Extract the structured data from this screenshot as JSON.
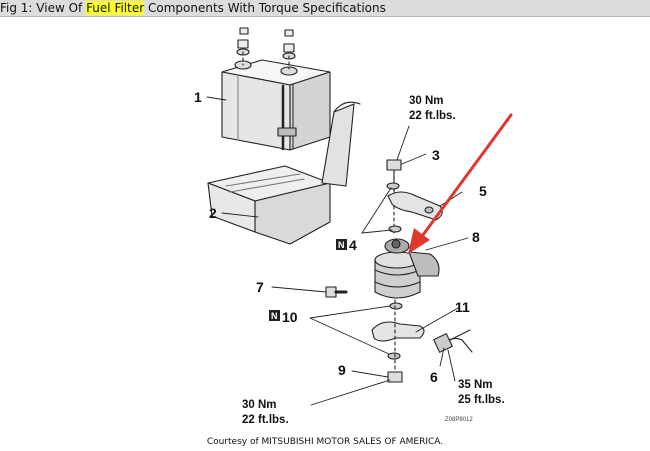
{
  "caption": {
    "prefix": "Fig 1: View Of ",
    "highlight": "Fuel Filter",
    "suffix": " Components With Torque Specifications"
  },
  "callouts": {
    "c1": "1",
    "c2": "2",
    "c3": "3",
    "c4": "4",
    "c5": "5",
    "c6": "6",
    "c7": "7",
    "c8": "8",
    "c9": "9",
    "c10": "10",
    "c11": "11"
  },
  "badges": {
    "b4": "N",
    "b10": "N"
  },
  "torque": {
    "top": {
      "nm": "30 Nm",
      "ftlbs": "22 ft.lbs."
    },
    "right": {
      "nm": "35 Nm",
      "ftlbs": "25 ft.lbs."
    },
    "bottom": {
      "nm": "30 Nm",
      "ftlbs": "22 ft.lbs."
    }
  },
  "code_label": "Z08P8012",
  "credit": "Courtesy of MITSUBISHI MOTOR SALES OF AMERICA.",
  "colors": {
    "highlight": "#ffff2a",
    "arrow": "#e0372f",
    "caption_bg": "#dcdcdc"
  }
}
